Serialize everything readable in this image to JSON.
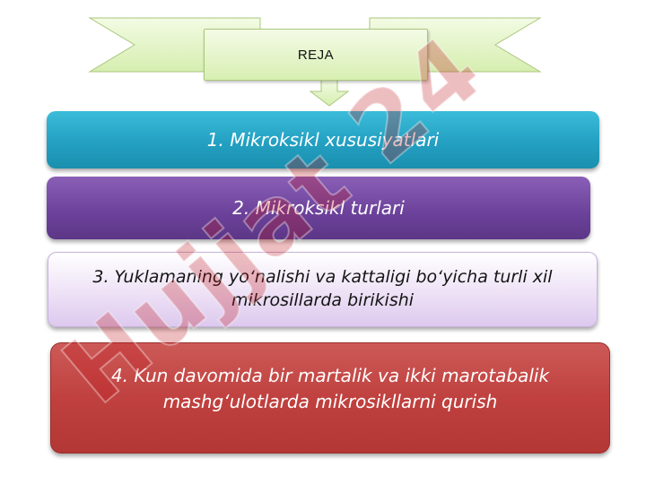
{
  "title": "REJA",
  "items": [
    "1. Mikroksikl xususiyatlari",
    "2. Mikroksikl turlari",
    "3. Yuklamaning yo‘nalishi va kattaligi bo‘yicha turli xil mikrosillarda birikishi",
    "4. Kun davomida bir martalik va ikki marotabalik mashg‘ulotlarda mikrosikllarni qurish"
  ],
  "watermark": {
    "text": "Hujjat 24",
    "color": "#c0151b"
  },
  "colors": {
    "banner": "#e6f5cc",
    "item1": "#23a0c2",
    "item2": "#6d439c",
    "item3": "#ecdff5",
    "item4": "#c0413f"
  }
}
